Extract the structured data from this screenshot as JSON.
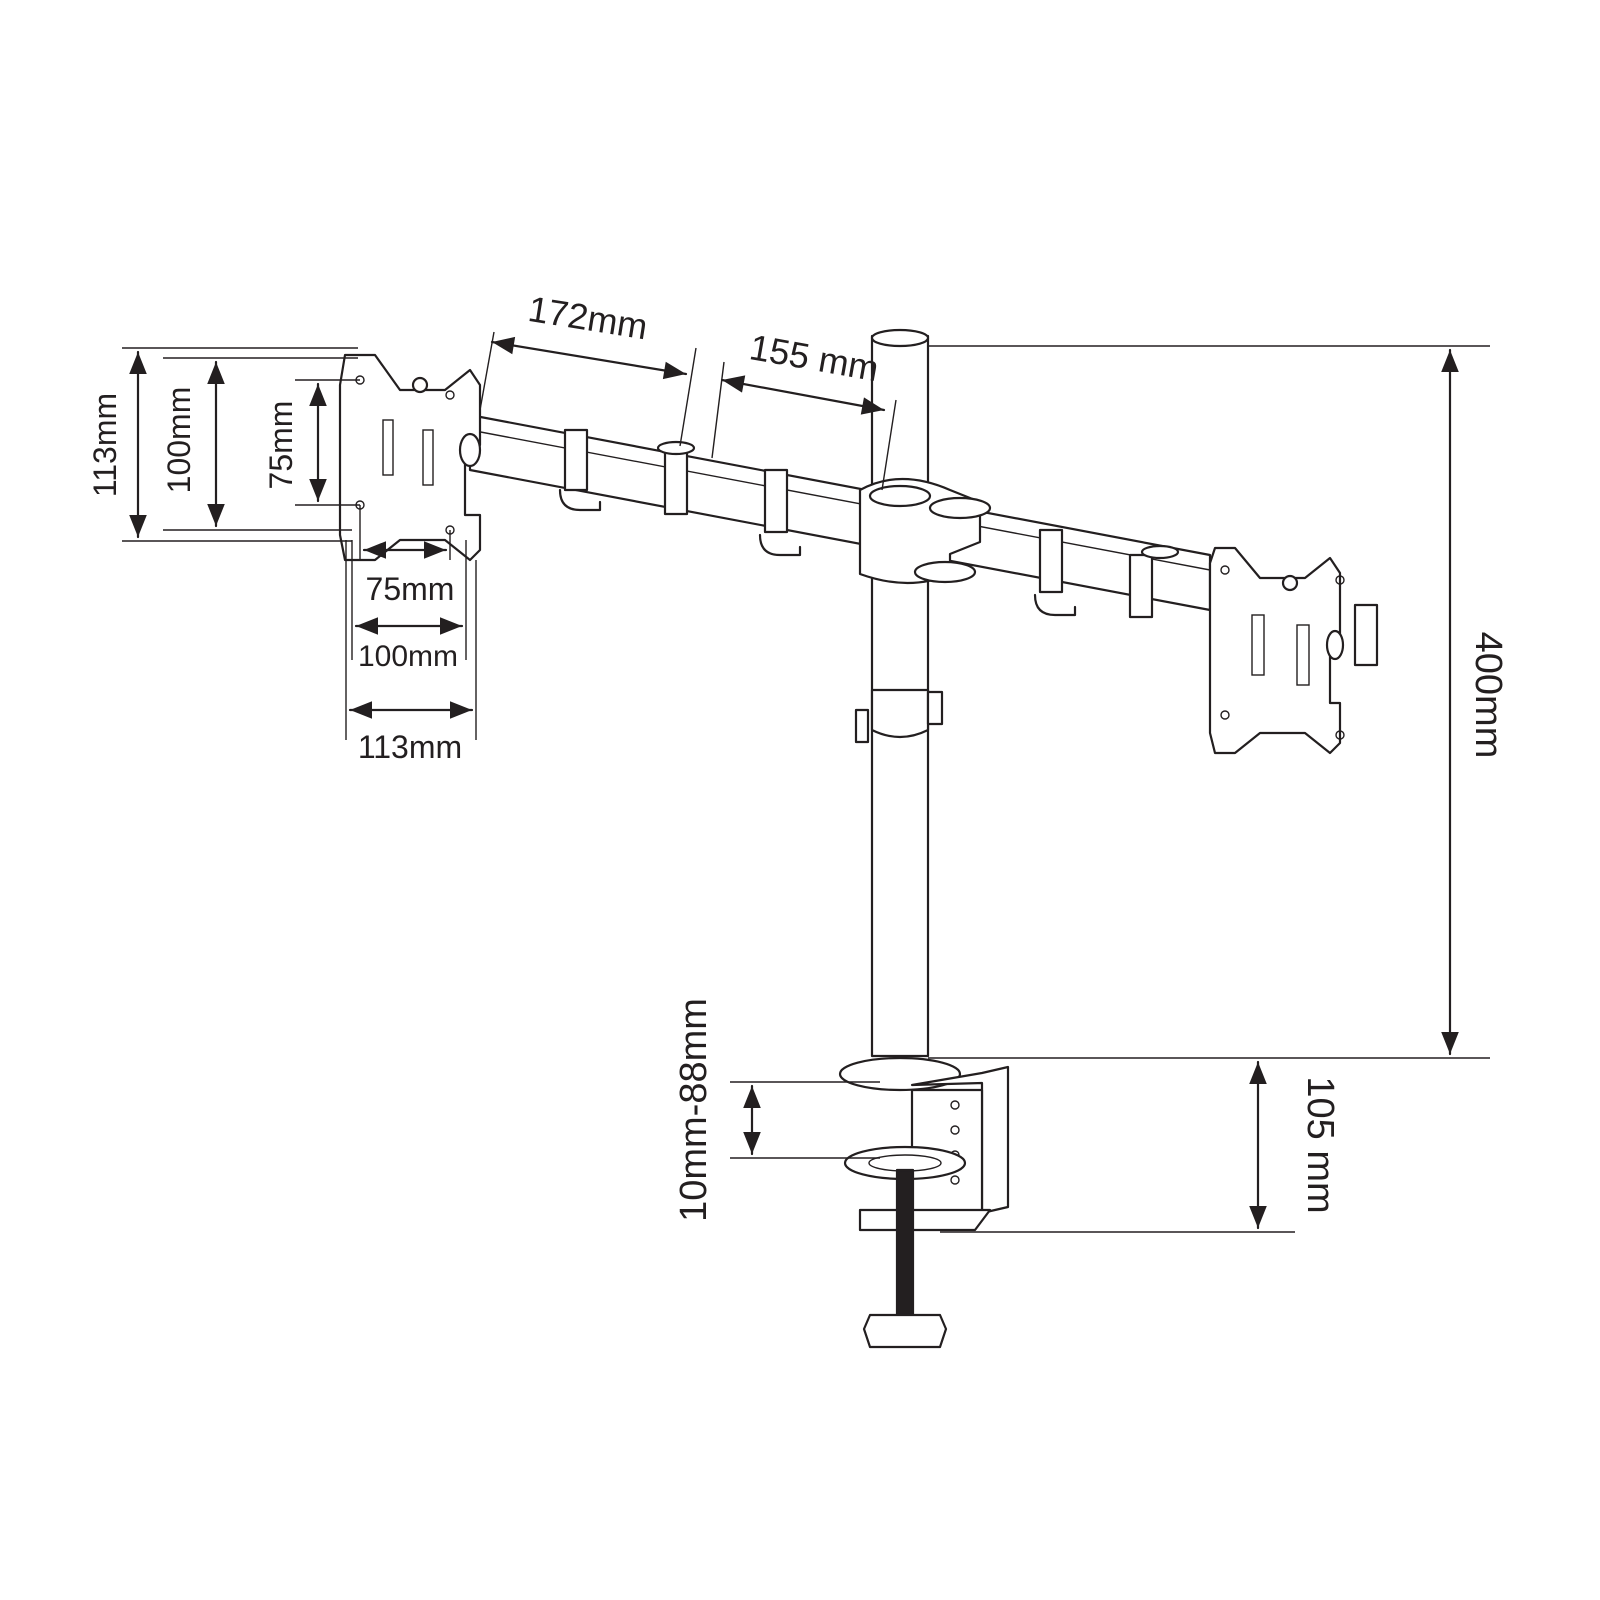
{
  "dimensions": {
    "left_plate_height_outer": "113mm",
    "left_plate_height_mid": "100mm",
    "left_plate_height_inner": "75mm",
    "left_plate_width_inner": "75mm",
    "left_plate_width_mid": "100mm",
    "left_plate_width_outer": "113mm",
    "arm_segment_outer": "172mm",
    "arm_segment_inner": "155 mm",
    "pole_height": "400mm",
    "clamp_range": "10mm-88mm",
    "clamp_height": "105 mm"
  },
  "colors": {
    "line": "#231f20",
    "background": "#ffffff"
  }
}
